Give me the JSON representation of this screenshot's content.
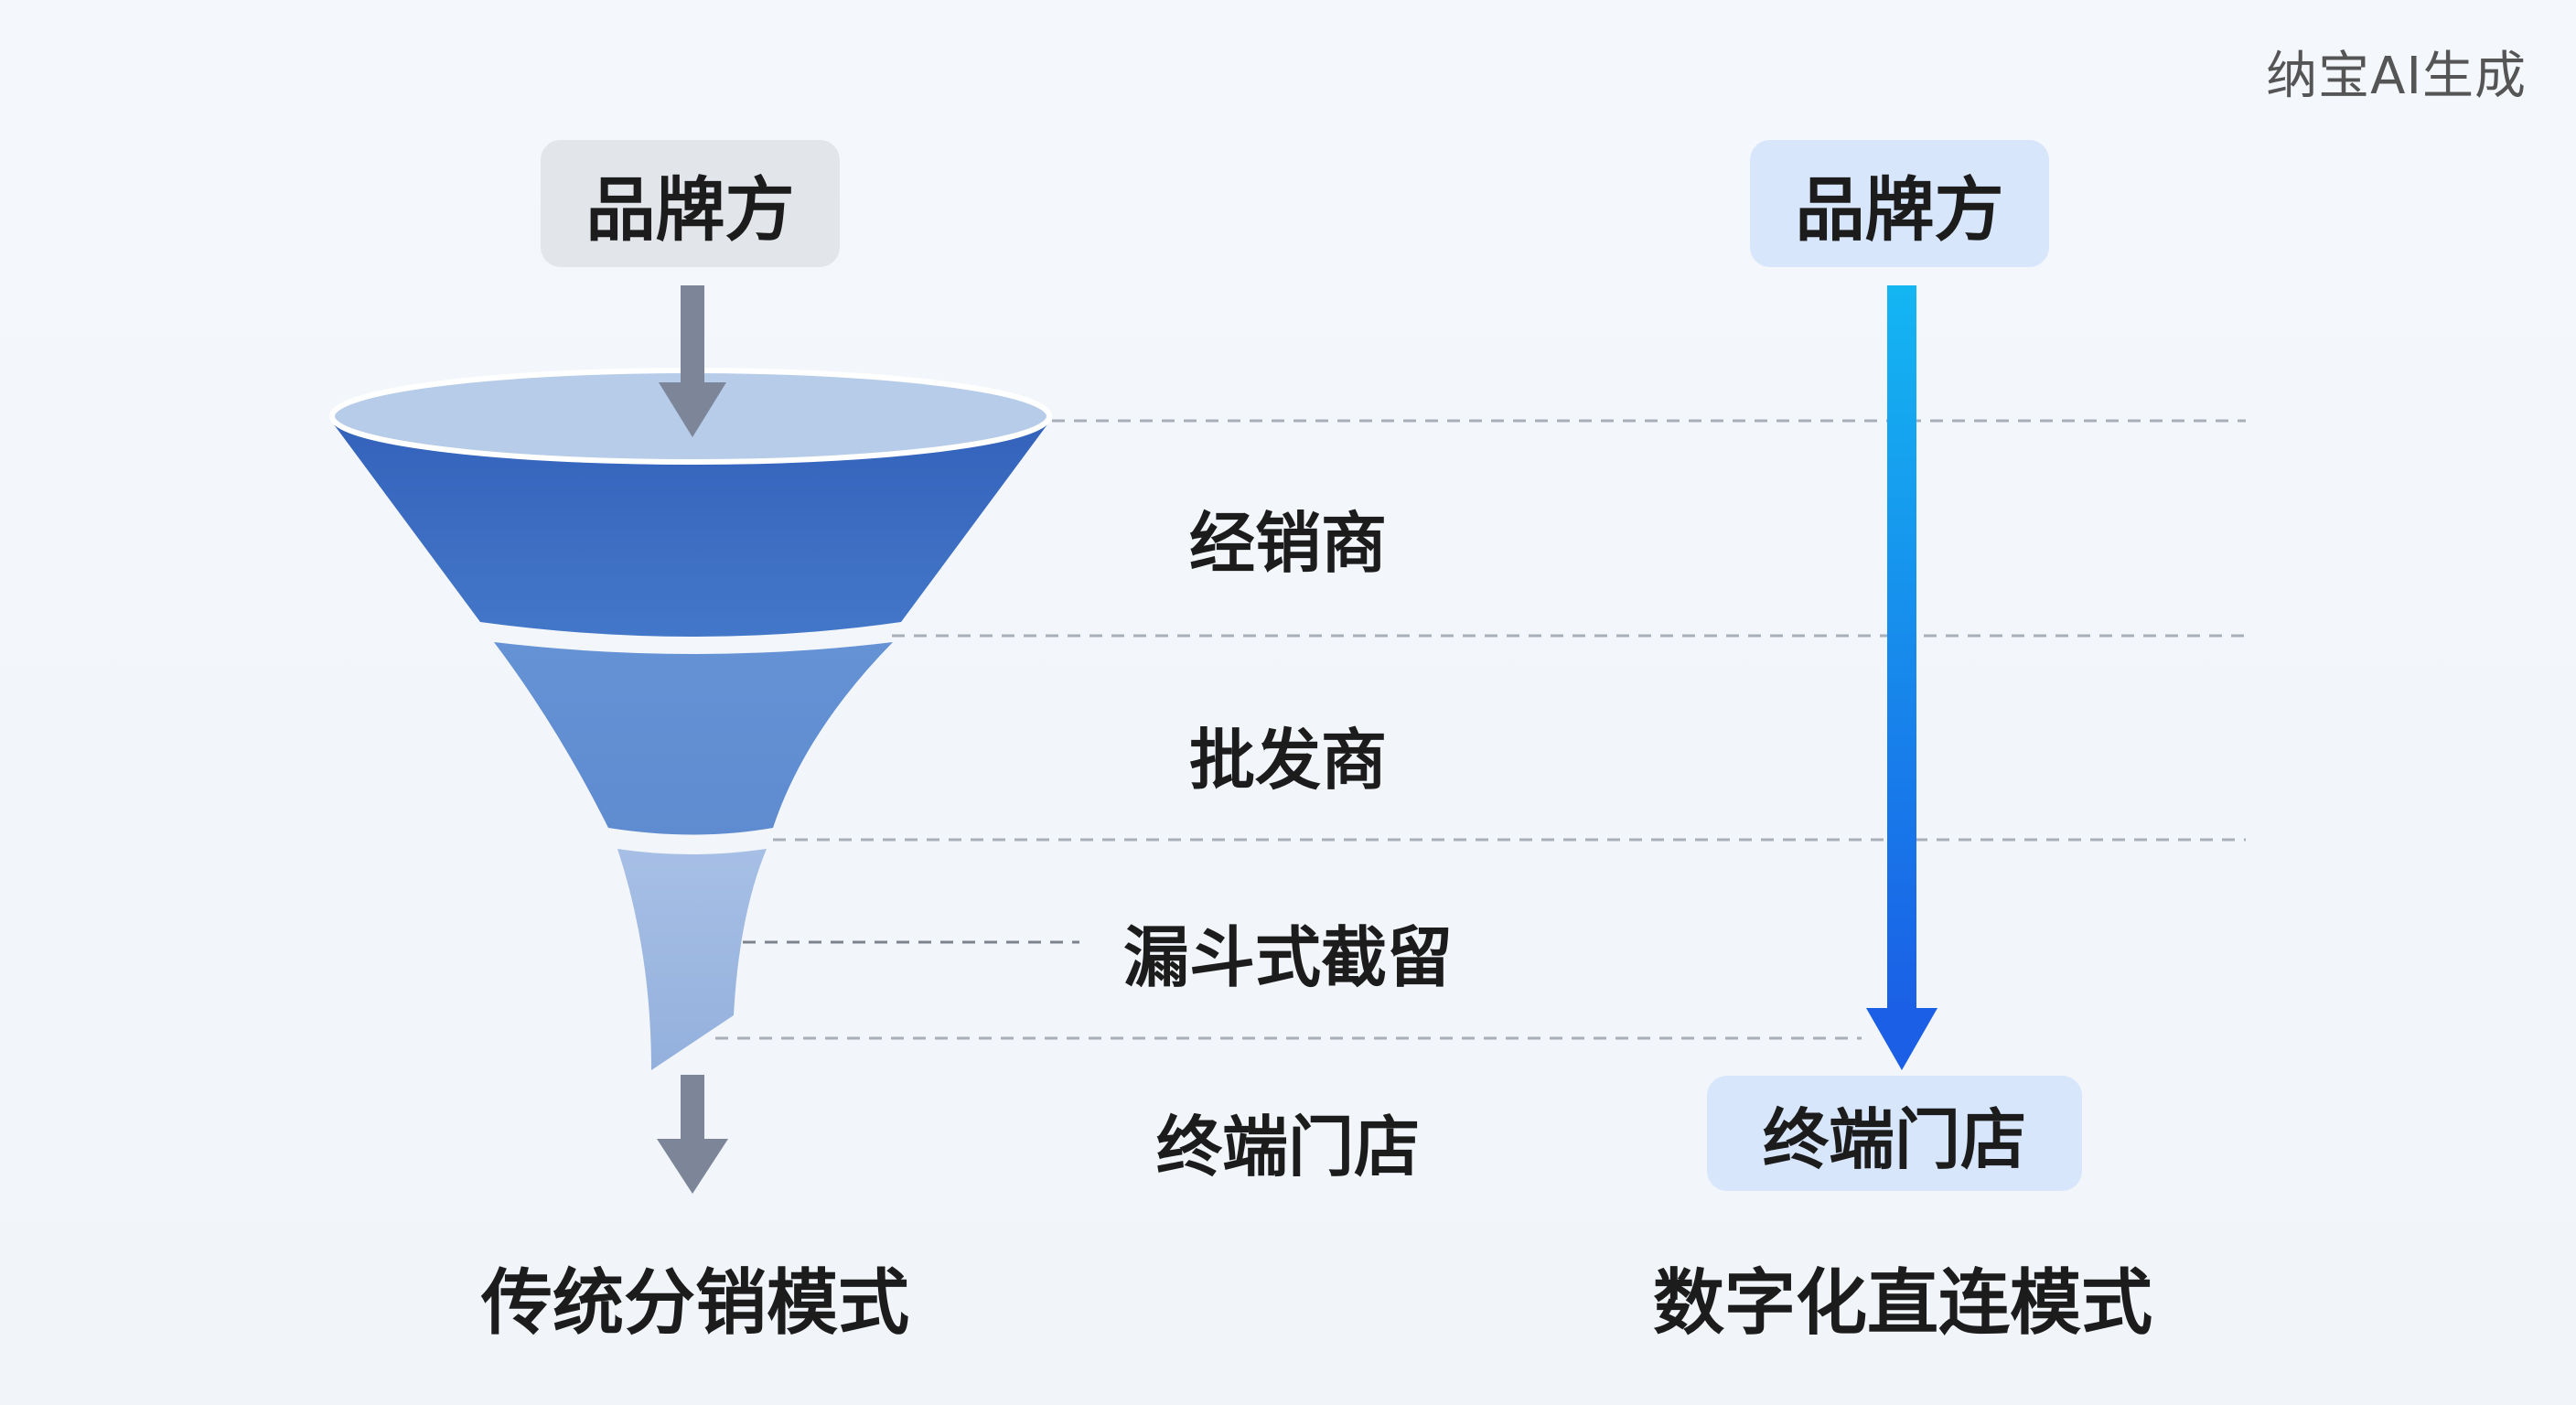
{
  "watermark": "纳宝AI生成",
  "traditional": {
    "top_box": "品牌方",
    "stages": [
      "经销商",
      "批发商",
      "漏斗式截留",
      "终端门店"
    ],
    "mode_label": "传统分销模式"
  },
  "digital": {
    "top_box": "品牌方",
    "bottom_box": "终端门店",
    "mode_label": "数字化直连模式"
  },
  "colors": {
    "funnel_top": "#3a6cc0",
    "funnel_middle": "#6b97d6",
    "funnel_bottom": "#a4bde4",
    "funnel_rim": "#b5cbe9",
    "grey_arrow": "#7c8698",
    "digital_arrow_start": "#14b6f2",
    "digital_arrow_end": "#1a5fe6",
    "grey_box": "#e2e5ea",
    "blue_box": "#d7e6fb",
    "dashed_line": "#a9afb8"
  }
}
